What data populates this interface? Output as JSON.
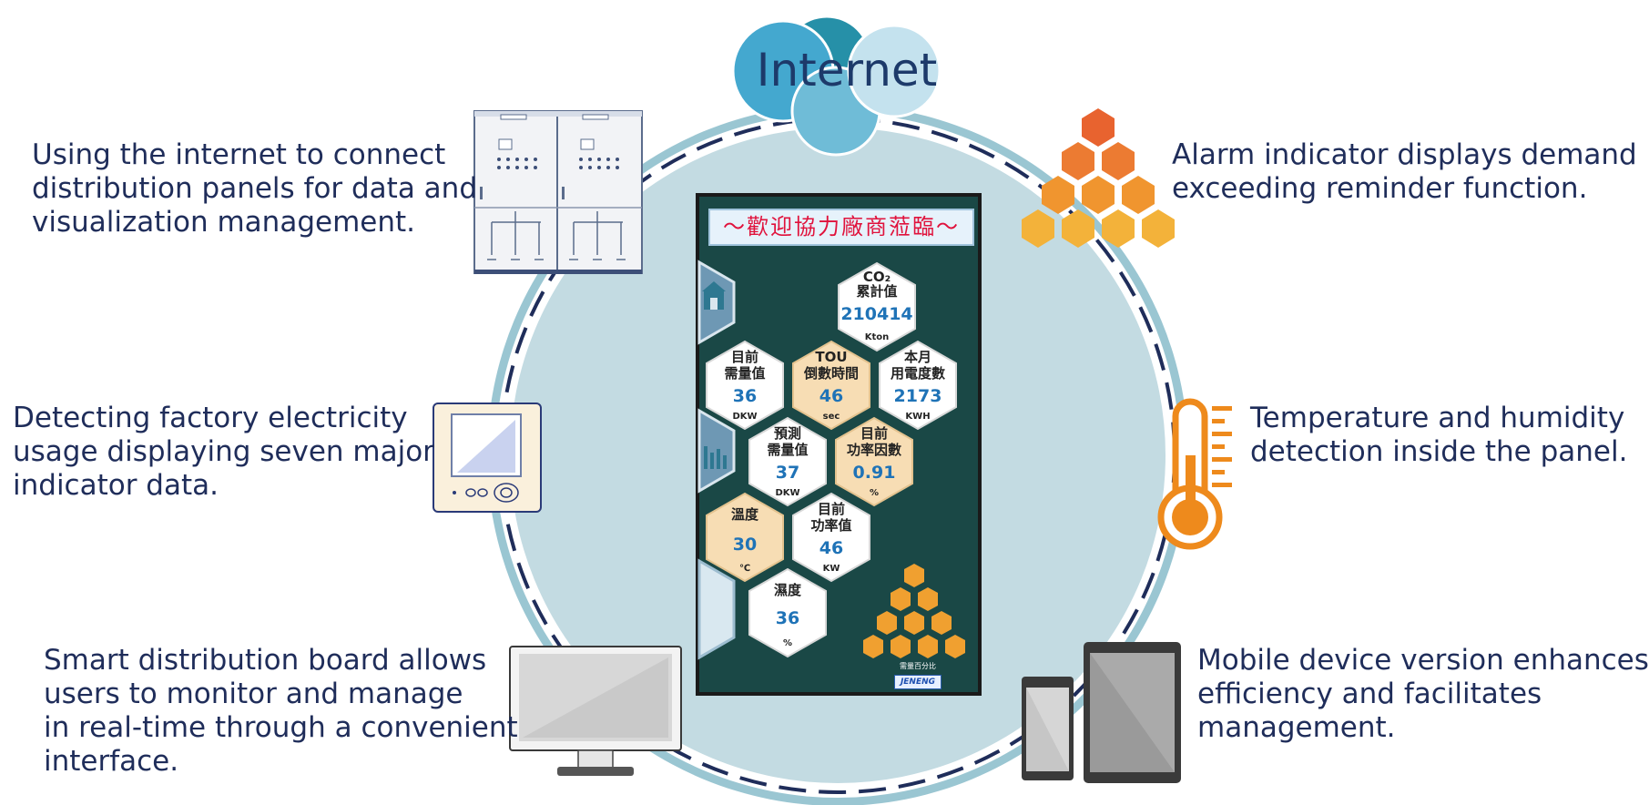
{
  "title": "Internet",
  "features": {
    "left_top": [
      "Using the internet to connect",
      "distribution panels for data and",
      "visualization management."
    ],
    "left_mid": [
      "Detecting factory electricity",
      "usage displaying seven major",
      "indicator data."
    ],
    "left_bottom": [
      "Smart distribution board allows",
      "users to monitor and manage",
      "in real-time through a convenient",
      "interface."
    ],
    "right_top": [
      "Alarm indicator displays demand",
      "exceeding reminder function."
    ],
    "right_mid": [
      "Temperature and humidity",
      "detection inside the panel."
    ],
    "right_bottom": [
      "Mobile device version enhances",
      "efficiency and facilitates",
      "management."
    ]
  },
  "display": {
    "banner": "～歡迎協力廠商蒞臨～",
    "co2": {
      "label1": "CO₂",
      "label2": "累計值",
      "value": "210414",
      "unit": "Kton"
    },
    "current_demand": {
      "label1": "目前",
      "label2": "需量值",
      "value": "36",
      "unit": "DKW"
    },
    "tou": {
      "label1": "TOU",
      "label2": "倒數時間",
      "value": "46",
      "unit": "sec"
    },
    "monthly_kwh": {
      "label1": "本月",
      "label2": "用電度數",
      "value": "2173",
      "unit": "KWH"
    },
    "predicted_demand": {
      "label1": "預測",
      "label2": "需量值",
      "value": "37",
      "unit": "DKW"
    },
    "power_factor": {
      "label1": "目前",
      "label2": "功率因數",
      "value": "0.91",
      "unit": "%"
    },
    "temperature": {
      "label1": "溫度",
      "value": "30",
      "unit": "℃"
    },
    "current_power": {
      "label1": "目前",
      "label2": "功率值",
      "value": "46",
      "unit": "KW"
    },
    "humidity": {
      "label1": "濕度",
      "value": "36",
      "unit": "%"
    },
    "percent_label": "需量百分比",
    "brand": "JENENG"
  },
  "colors": {
    "text_navy": "#1f2d5a",
    "circle_fill": "#c3dbe2",
    "circle_ring": "#9ac6d2",
    "screen_bg": "#1a4846",
    "hex_orange": "#f0a030",
    "hex_peach": "#f7ddb4",
    "value_blue": "#1f73b7"
  }
}
